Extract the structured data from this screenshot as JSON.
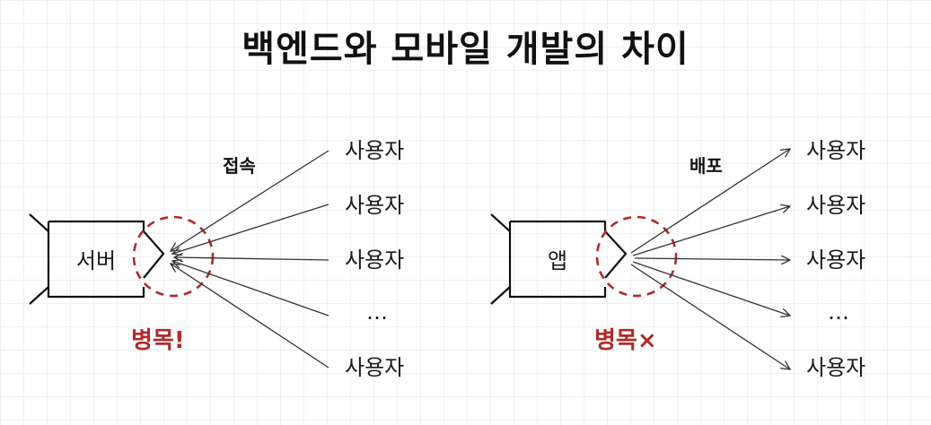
{
  "title": "백엔드와 모바일 개발의 차이",
  "colors": {
    "accent": "#b02a2a",
    "line": "#333333"
  },
  "left_diagram": {
    "node": "서버",
    "edge_label": "접속",
    "users": [
      "사용자",
      "사용자",
      "사용자",
      "…",
      "사용자"
    ],
    "note": "병목!"
  },
  "right_diagram": {
    "node": "앱",
    "edge_label": "배포",
    "users": [
      "사용자",
      "사용자",
      "사용자",
      "…",
      "사용자"
    ],
    "note": "병목×"
  }
}
